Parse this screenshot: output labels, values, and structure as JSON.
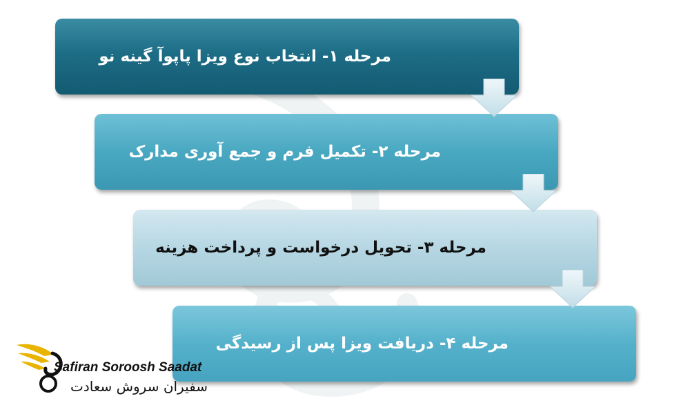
{
  "steps": [
    {
      "label": "مرحله ۱- انتخاب نوع ویزا پاپوآ گینه نو"
    },
    {
      "label": "مرحله ۲- تکمیل فرم و جمع آوری مدارک"
    },
    {
      "label": "مرحله ۳- تحویل درخواست و پرداخت هزینه"
    },
    {
      "label": "مرحله ۴- دریافت ویزا پس از رسیدگی"
    }
  ],
  "brand": {
    "name_en": "Safiran Soroosh Saadat",
    "name_fa": "سفیران سروش سعادت"
  },
  "colors": {
    "step1": "#1d6d86",
    "step2": "#49a8c1",
    "step3": "#b6d7e3",
    "step4": "#55b1cb",
    "arrow": "#cfe6ee",
    "logo_gold": "#e8b400"
  },
  "icons": [
    "down-arrow-icon",
    "logo-bird-icon"
  ]
}
